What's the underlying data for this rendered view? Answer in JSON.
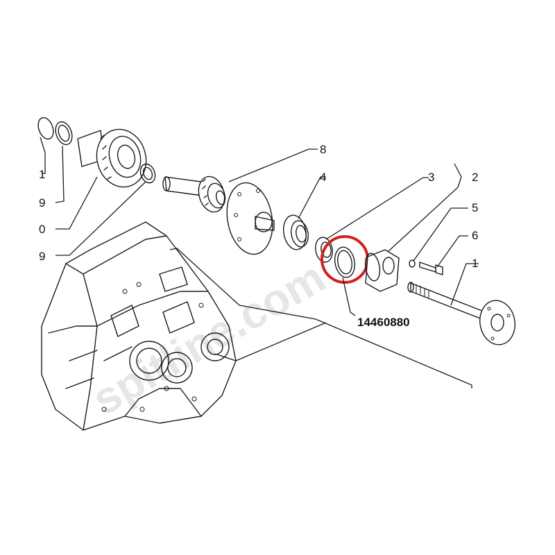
{
  "colors": {
    "highlight": "#d0201f",
    "ink": "#1a1a1a",
    "watermark": "#e6e6e6"
  },
  "watermark": {
    "text": "spitline.com"
  },
  "callouts": {
    "c1_top": "1",
    "c9_top": "9",
    "c0": "0",
    "c9_bottom": "9",
    "c8": "8",
    "c4": "4",
    "c3": "3",
    "c2": "2",
    "c5": "5",
    "c6": "6",
    "c1_shaft": "1"
  },
  "highlighted_part": {
    "number": "14460880"
  }
}
